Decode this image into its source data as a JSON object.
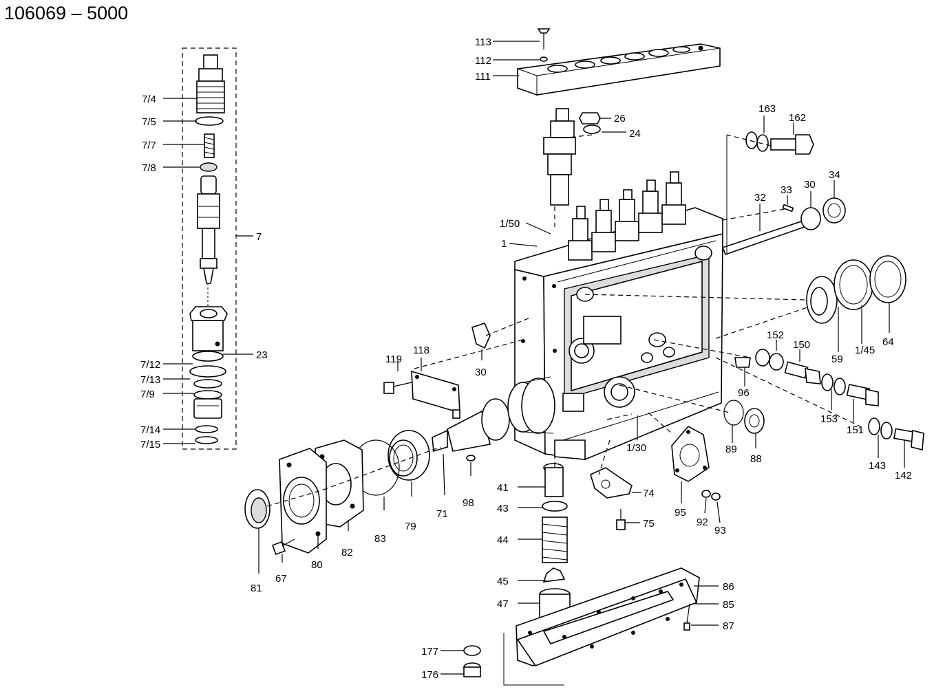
{
  "title": "106069 – 5000",
  "callouts": {
    "c7_4": "7/4",
    "c7_5": "7/5",
    "c7_7": "7/7",
    "c7_8": "7/8",
    "c7": "7",
    "c23": "23",
    "c7_12": "7/12",
    "c7_13": "7/13",
    "c7_9": "7/9",
    "c7_14": "7/14",
    "c7_15": "7/15",
    "c113": "113",
    "c112": "112",
    "c111": "111",
    "c26": "26",
    "c24": "24",
    "c163": "163",
    "c162": "162",
    "c33": "33",
    "c30a": "30",
    "c34": "34",
    "c32": "32",
    "c1_50": "1/50",
    "c1": "1",
    "c119": "119",
    "c118": "118",
    "c30b": "30",
    "c152": "152",
    "c150": "150",
    "c59": "59",
    "c1_45": "1/45",
    "c64": "64",
    "c96": "96",
    "c153": "153",
    "c151": "151",
    "c89": "89",
    "c88": "88",
    "c143": "143",
    "c142": "142",
    "c1_30": "1/30",
    "c74": "74",
    "c75": "75",
    "c95": "95",
    "c92": "92",
    "c93": "93",
    "c41": "41",
    "c43": "43",
    "c44": "44",
    "c45": "45",
    "c47": "47",
    "c98": "98",
    "c71": "71",
    "c79": "79",
    "c83": "83",
    "c82": "82",
    "c80": "80",
    "c81": "81",
    "c67": "67",
    "c86": "86",
    "c85": "85",
    "c87": "87",
    "c177": "177",
    "c176": "176"
  }
}
